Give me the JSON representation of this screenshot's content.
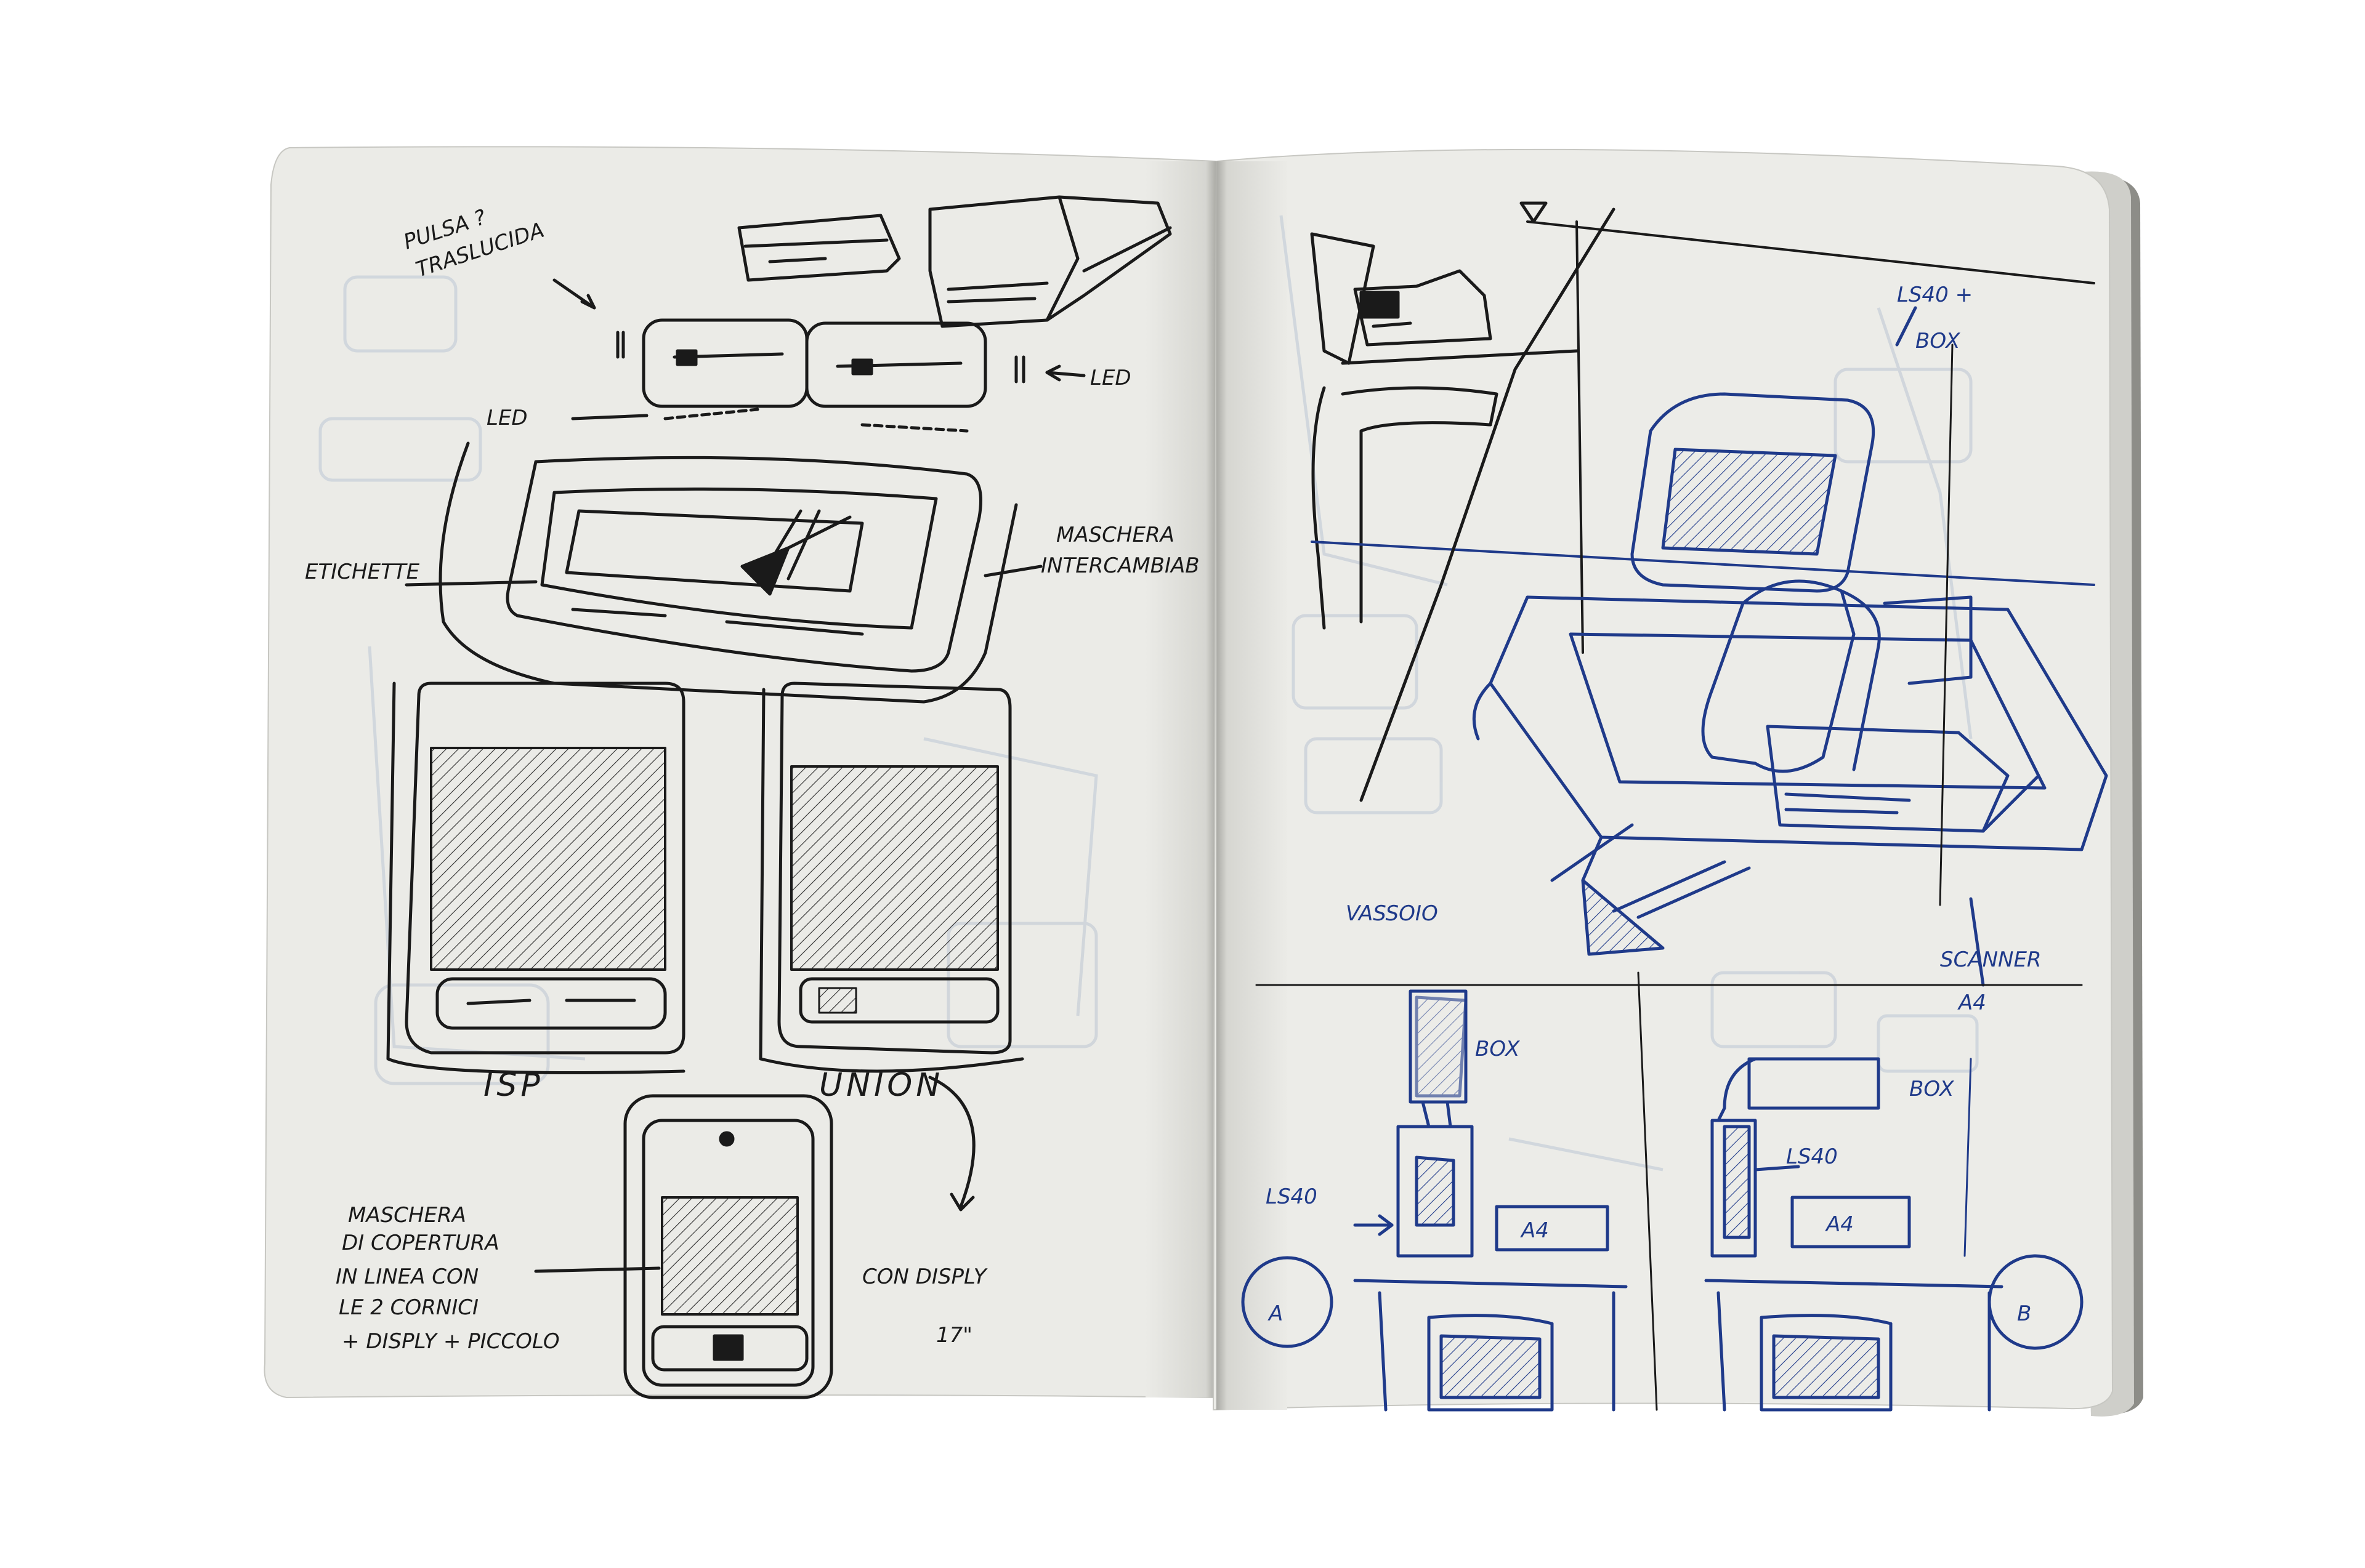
{
  "colors": {
    "paper": "#ebebe7",
    "paper_shadow": "#d9d9d4",
    "page_edge": "#b9b9b4",
    "black_ink": "#1a1a1a",
    "blue_ink": "#1f3a8a",
    "ghost": "#c9cfd6"
  },
  "left_page": {
    "labels": {
      "puls_top1": "PULSA ?",
      "puls_top2": "TRASLUCIDA",
      "led_right": "LED",
      "led_left": "LED",
      "maschera1": "MASCHERA",
      "maschera2": "INTERCAMBIAB",
      "etichette": "ETICHETTE",
      "isp": "ISP",
      "union": "UNION",
      "con_display": "CON DISPLY",
      "size": "17\"",
      "note1": "MASCHERA",
      "note2": "DI COPERTURA",
      "note3": "IN LINEA CON",
      "note4": "LE 2 CORNICI",
      "note5": "+ DISPLY + PICCOLO"
    }
  },
  "right_page": {
    "labels": {
      "ls40_box1": "LS40 +",
      "ls40_box2": "BOX",
      "vassoio": "VASSOIO",
      "scanner1": "SCANNER",
      "scanner2": "A4",
      "box_a": "BOX",
      "ls40_a": "LS40",
      "a4_a": "A4",
      "box_b": "BOX",
      "ls40_b": "LS40",
      "a4_b": "A4",
      "option_a": "A",
      "option_b": "B"
    }
  }
}
